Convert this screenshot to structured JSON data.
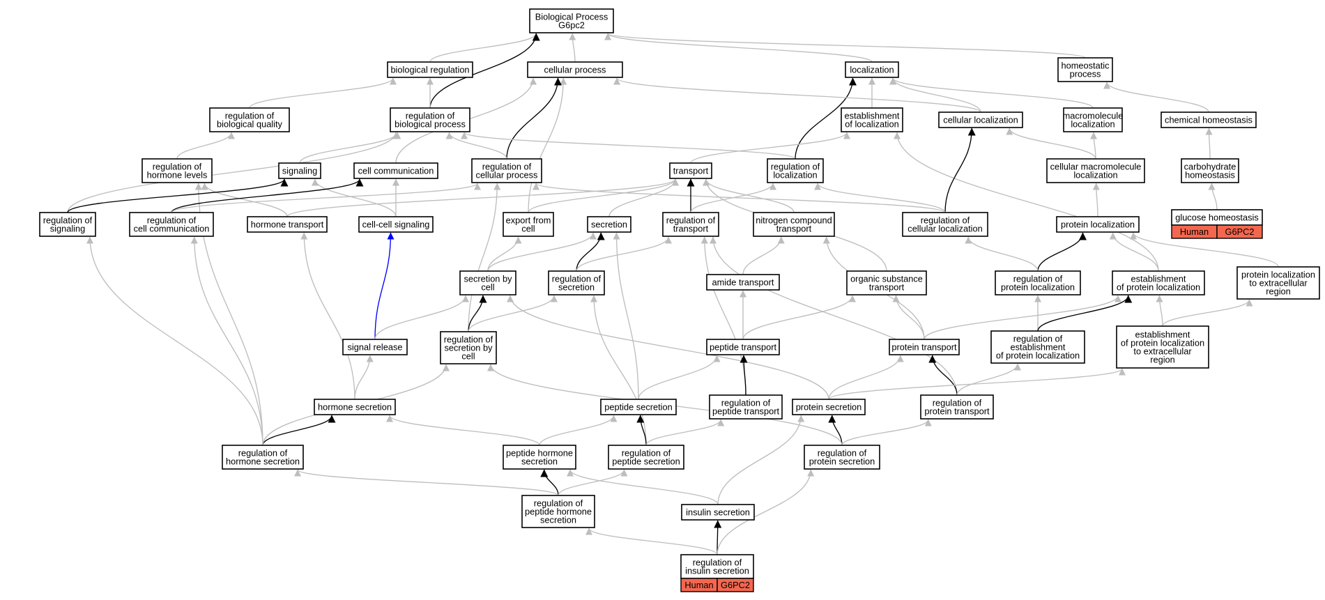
{
  "colors": {
    "is_a": "#bdbdbd",
    "regulates": "#000000",
    "part_of": "#0000ff",
    "annotation_fill": "#f4674f"
  },
  "nodes": [
    {
      "id": "bp",
      "lines": [
        "Biological Process",
        "G6pc2"
      ]
    },
    {
      "id": "biological_regulation",
      "lines": [
        "biological regulation"
      ]
    },
    {
      "id": "cellular_process",
      "lines": [
        "cellular process"
      ]
    },
    {
      "id": "localization",
      "lines": [
        "localization"
      ]
    },
    {
      "id": "homeostatic_process",
      "lines": [
        "homeostatic",
        "process"
      ]
    },
    {
      "id": "reg_biological_quality",
      "lines": [
        "regulation of",
        "biological quality"
      ]
    },
    {
      "id": "reg_biological_process",
      "lines": [
        "regulation of",
        "biological process"
      ]
    },
    {
      "id": "establishment_localization",
      "lines": [
        "establishment",
        "of localization"
      ]
    },
    {
      "id": "cellular_localization",
      "lines": [
        "cellular localization"
      ]
    },
    {
      "id": "macromolecule_localization",
      "lines": [
        "macromolecule",
        "localization"
      ]
    },
    {
      "id": "chemical_homeostasis",
      "lines": [
        "chemical homeostasis"
      ]
    },
    {
      "id": "reg_hormone_levels",
      "lines": [
        "regulation of",
        "hormone levels"
      ]
    },
    {
      "id": "signaling",
      "lines": [
        "signaling"
      ]
    },
    {
      "id": "cell_communication",
      "lines": [
        "cell communication"
      ]
    },
    {
      "id": "reg_cellular_process",
      "lines": [
        "regulation of",
        "cellular process"
      ]
    },
    {
      "id": "transport",
      "lines": [
        "transport"
      ]
    },
    {
      "id": "reg_localization",
      "lines": [
        "regulation of",
        "localization"
      ]
    },
    {
      "id": "cellular_macromolecule_localization",
      "lines": [
        "cellular macromolecule",
        "localization"
      ]
    },
    {
      "id": "carbohydrate_homeostasis",
      "lines": [
        "carbohydrate",
        "homeostasis"
      ]
    },
    {
      "id": "reg_signaling",
      "lines": [
        "regulation of",
        "signaling"
      ]
    },
    {
      "id": "reg_cell_communication",
      "lines": [
        "regulation of",
        "cell communication"
      ]
    },
    {
      "id": "hormone_transport",
      "lines": [
        "hormone transport"
      ]
    },
    {
      "id": "cell_cell_signaling",
      "lines": [
        "cell-cell signaling"
      ]
    },
    {
      "id": "export_from_cell",
      "lines": [
        "export from",
        "cell"
      ]
    },
    {
      "id": "secretion",
      "lines": [
        "secretion"
      ]
    },
    {
      "id": "reg_transport",
      "lines": [
        "regulation of",
        "transport"
      ]
    },
    {
      "id": "nitrogen_compound_transport",
      "lines": [
        "nitrogen compound",
        "transport"
      ]
    },
    {
      "id": "reg_cellular_localization",
      "lines": [
        "regulation of",
        "cellular localization"
      ]
    },
    {
      "id": "protein_localization",
      "lines": [
        "protein localization"
      ]
    },
    {
      "id": "glucose_homeostasis",
      "lines": [
        "glucose homeostasis"
      ],
      "annotation": [
        "Human",
        "G6PC2"
      ]
    },
    {
      "id": "secretion_by_cell",
      "lines": [
        "secretion by",
        "cell"
      ]
    },
    {
      "id": "reg_secretion",
      "lines": [
        "regulation of",
        "secretion"
      ]
    },
    {
      "id": "amide_transport",
      "lines": [
        "amide transport"
      ]
    },
    {
      "id": "organic_substance_transport",
      "lines": [
        "organic substance",
        "transport"
      ]
    },
    {
      "id": "reg_protein_localization",
      "lines": [
        "regulation of",
        "protein localization"
      ]
    },
    {
      "id": "establishment_protein_localization",
      "lines": [
        "establishment",
        "of protein localization"
      ]
    },
    {
      "id": "protein_localization_extracellular",
      "lines": [
        "protein localization",
        "to extracellular",
        "region"
      ]
    },
    {
      "id": "signal_release",
      "lines": [
        "signal release"
      ]
    },
    {
      "id": "reg_secretion_by_cell",
      "lines": [
        "regulation of",
        "secretion by",
        "cell"
      ]
    },
    {
      "id": "peptide_transport",
      "lines": [
        "peptide transport"
      ]
    },
    {
      "id": "protein_transport",
      "lines": [
        "protein transport"
      ]
    },
    {
      "id": "reg_establishment_protein_localization",
      "lines": [
        "regulation of",
        "establishment",
        "of protein localization"
      ]
    },
    {
      "id": "establishment_protein_localization_extracellular",
      "lines": [
        "establishment",
        "of protein localization",
        "to extracellular",
        "region"
      ]
    },
    {
      "id": "hormone_secretion",
      "lines": [
        "hormone secretion"
      ]
    },
    {
      "id": "peptide_secretion",
      "lines": [
        "peptide secretion"
      ]
    },
    {
      "id": "reg_peptide_transport",
      "lines": [
        "regulation of",
        "peptide transport"
      ]
    },
    {
      "id": "protein_secretion",
      "lines": [
        "protein secretion"
      ]
    },
    {
      "id": "reg_protein_transport",
      "lines": [
        "regulation of",
        "protein transport"
      ]
    },
    {
      "id": "reg_hormone_secretion",
      "lines": [
        "regulation of",
        "hormone secretion"
      ]
    },
    {
      "id": "peptide_hormone_secretion",
      "lines": [
        "peptide hormone",
        "secretion"
      ]
    },
    {
      "id": "reg_peptide_secretion",
      "lines": [
        "regulation of",
        "peptide secretion"
      ]
    },
    {
      "id": "reg_protein_secretion",
      "lines": [
        "regulation of",
        "protein secretion"
      ]
    },
    {
      "id": "reg_peptide_hormone_secretion",
      "lines": [
        "regulation of",
        "peptide hormone",
        "secretion"
      ]
    },
    {
      "id": "insulin_secretion",
      "lines": [
        "insulin secretion"
      ]
    },
    {
      "id": "reg_insulin_secretion",
      "lines": [
        "regulation of",
        "insulin secretion"
      ],
      "annotation": [
        "Human",
        "G6PC2"
      ]
    }
  ],
  "edges": [
    {
      "from": "biological_regulation",
      "to": "bp",
      "kind": "is_a"
    },
    {
      "from": "cellular_process",
      "to": "bp",
      "kind": "is_a"
    },
    {
      "from": "localization",
      "to": "bp",
      "kind": "is_a"
    },
    {
      "from": "homeostatic_process",
      "to": "bp",
      "kind": "is_a"
    },
    {
      "from": "reg_biological_process",
      "to": "bp",
      "kind": "regulates"
    },
    {
      "from": "reg_biological_quality",
      "to": "biological_regulation",
      "kind": "is_a"
    },
    {
      "from": "reg_biological_process",
      "to": "biological_regulation",
      "kind": "is_a"
    },
    {
      "from": "reg_hormone_levels",
      "to": "reg_biological_quality",
      "kind": "is_a"
    },
    {
      "from": "establishment_localization",
      "to": "localization",
      "kind": "is_a"
    },
    {
      "from": "cellular_localization",
      "to": "localization",
      "kind": "is_a"
    },
    {
      "from": "macromolecule_localization",
      "to": "localization",
      "kind": "is_a"
    },
    {
      "from": "reg_localization",
      "to": "localization",
      "kind": "regulates"
    },
    {
      "from": "cellular_localization",
      "to": "cellular_process",
      "kind": "is_a"
    },
    {
      "from": "cell_communication",
      "to": "cellular_process",
      "kind": "is_a"
    },
    {
      "from": "export_from_cell",
      "to": "cellular_process",
      "kind": "is_a"
    },
    {
      "from": "reg_cellular_process",
      "to": "cellular_process",
      "kind": "regulates"
    },
    {
      "from": "chemical_homeostasis",
      "to": "homeostatic_process",
      "kind": "is_a"
    },
    {
      "from": "carbohydrate_homeostasis",
      "to": "chemical_homeostasis",
      "kind": "is_a"
    },
    {
      "from": "glucose_homeostasis",
      "to": "carbohydrate_homeostasis",
      "kind": "is_a"
    },
    {
      "from": "signaling",
      "to": "reg_biological_process",
      "kind": "is_a"
    },
    {
      "from": "reg_cellular_process",
      "to": "reg_biological_process",
      "kind": "is_a"
    },
    {
      "from": "reg_localization",
      "to": "reg_biological_process",
      "kind": "is_a"
    },
    {
      "from": "reg_signaling",
      "to": "reg_biological_process",
      "kind": "is_a"
    },
    {
      "from": "transport",
      "to": "establishment_localization",
      "kind": "is_a"
    },
    {
      "from": "establishment_protein_localization",
      "to": "establishment_localization",
      "kind": "is_a"
    },
    {
      "from": "cellular_macromolecule_localization",
      "to": "cellular_localization",
      "kind": "is_a"
    },
    {
      "from": "reg_cellular_localization",
      "to": "cellular_localization",
      "kind": "regulates"
    },
    {
      "from": "cellular_macromolecule_localization",
      "to": "macromolecule_localization",
      "kind": "is_a"
    },
    {
      "from": "protein_localization",
      "to": "cellular_macromolecule_localization",
      "kind": "is_a"
    },
    {
      "from": "hormone_transport",
      "to": "reg_hormone_levels",
      "kind": "is_a"
    },
    {
      "from": "reg_hormone_secretion",
      "to": "reg_hormone_levels",
      "kind": "is_a"
    },
    {
      "from": "cell_cell_signaling",
      "to": "signaling",
      "kind": "is_a"
    },
    {
      "from": "reg_signaling",
      "to": "signaling",
      "kind": "regulates"
    },
    {
      "from": "cell_cell_signaling",
      "to": "cell_communication",
      "kind": "is_a"
    },
    {
      "from": "reg_cell_communication",
      "to": "cell_communication",
      "kind": "regulates"
    },
    {
      "from": "reg_cellular_localization",
      "to": "reg_cellular_process",
      "kind": "is_a"
    },
    {
      "from": "reg_cell_communication",
      "to": "reg_cellular_process",
      "kind": "is_a"
    },
    {
      "from": "reg_secretion_by_cell",
      "to": "reg_cellular_process",
      "kind": "is_a"
    },
    {
      "from": "export_from_cell",
      "to": "transport",
      "kind": "is_a"
    },
    {
      "from": "secretion",
      "to": "transport",
      "kind": "is_a"
    },
    {
      "from": "hormone_transport",
      "to": "transport",
      "kind": "is_a"
    },
    {
      "from": "nitrogen_compound_transport",
      "to": "transport",
      "kind": "is_a"
    },
    {
      "from": "organic_substance_transport",
      "to": "transport",
      "kind": "is_a"
    },
    {
      "from": "reg_transport",
      "to": "transport",
      "kind": "regulates"
    },
    {
      "from": "reg_transport",
      "to": "reg_localization",
      "kind": "is_a"
    },
    {
      "from": "reg_cellular_localization",
      "to": "reg_localization",
      "kind": "is_a"
    },
    {
      "from": "protein_localization_extracellular",
      "to": "protein_localization",
      "kind": "is_a"
    },
    {
      "from": "establishment_protein_localization",
      "to": "protein_localization",
      "kind": "is_a"
    },
    {
      "from": "reg_protein_localization",
      "to": "protein_localization",
      "kind": "regulates"
    },
    {
      "from": "signal_release",
      "to": "cell_cell_signaling",
      "kind": "part_of"
    },
    {
      "from": "secretion_by_cell",
      "to": "export_from_cell",
      "kind": "is_a"
    },
    {
      "from": "secretion_by_cell",
      "to": "secretion",
      "kind": "is_a"
    },
    {
      "from": "peptide_secretion",
      "to": "secretion",
      "kind": "is_a"
    },
    {
      "from": "reg_secretion",
      "to": "secretion",
      "kind": "regulates"
    },
    {
      "from": "reg_secretion",
      "to": "reg_transport",
      "kind": "is_a"
    },
    {
      "from": "reg_peptide_transport",
      "to": "reg_transport",
      "kind": "is_a"
    },
    {
      "from": "reg_protein_transport",
      "to": "reg_transport",
      "kind": "is_a"
    },
    {
      "from": "amide_transport",
      "to": "nitrogen_compound_transport",
      "kind": "is_a"
    },
    {
      "from": "protein_transport",
      "to": "nitrogen_compound_transport",
      "kind": "is_a"
    },
    {
      "from": "reg_protein_localization",
      "to": "reg_cellular_localization",
      "kind": "is_a"
    },
    {
      "from": "reg_establishment_protein_localization",
      "to": "reg_protein_localization",
      "kind": "is_a"
    },
    {
      "from": "protein_transport",
      "to": "establishment_protein_localization",
      "kind": "is_a"
    },
    {
      "from": "establishment_protein_localization_extracellular",
      "to": "establishment_protein_localization",
      "kind": "is_a"
    },
    {
      "from": "reg_establishment_protein_localization",
      "to": "establishment_protein_localization",
      "kind": "regulates"
    },
    {
      "from": "establishment_protein_localization_extracellular",
      "to": "protein_localization_extracellular",
      "kind": "is_a"
    },
    {
      "from": "signal_release",
      "to": "secretion_by_cell",
      "kind": "is_a"
    },
    {
      "from": "protein_secretion",
      "to": "secretion_by_cell",
      "kind": "is_a"
    },
    {
      "from": "reg_secretion_by_cell",
      "to": "secretion_by_cell",
      "kind": "regulates"
    },
    {
      "from": "reg_secretion_by_cell",
      "to": "reg_secretion",
      "kind": "is_a"
    },
    {
      "from": "reg_peptide_secretion",
      "to": "reg_secretion",
      "kind": "is_a"
    },
    {
      "from": "peptide_transport",
      "to": "amide_transport",
      "kind": "is_a"
    },
    {
      "from": "peptide_transport",
      "to": "organic_substance_transport",
      "kind": "is_a"
    },
    {
      "from": "protein_transport",
      "to": "organic_substance_transport",
      "kind": "is_a"
    },
    {
      "from": "hormone_secretion",
      "to": "signal_release",
      "kind": "is_a"
    },
    {
      "from": "hormone_secretion",
      "to": "hormone_transport",
      "kind": "is_a"
    },
    {
      "from": "peptide_secretion",
      "to": "peptide_transport",
      "kind": "is_a"
    },
    {
      "from": "reg_peptide_transport",
      "to": "peptide_transport",
      "kind": "regulates"
    },
    {
      "from": "protein_secretion",
      "to": "protein_transport",
      "kind": "is_a"
    },
    {
      "from": "reg_protein_transport",
      "to": "protein_transport",
      "kind": "regulates"
    },
    {
      "from": "reg_protein_transport",
      "to": "reg_establishment_protein_localization",
      "kind": "is_a"
    },
    {
      "from": "protein_secretion",
      "to": "establishment_protein_localization_extracellular",
      "kind": "is_a"
    },
    {
      "from": "reg_hormone_secretion",
      "to": "hormone_secretion",
      "kind": "regulates"
    },
    {
      "from": "reg_hormone_secretion",
      "to": "reg_signaling",
      "kind": "is_a"
    },
    {
      "from": "reg_hormone_secretion",
      "to": "reg_cell_communication",
      "kind": "is_a"
    },
    {
      "from": "reg_hormone_secretion",
      "to": "reg_secretion_by_cell",
      "kind": "is_a"
    },
    {
      "from": "peptide_hormone_secretion",
      "to": "hormone_secretion",
      "kind": "is_a"
    },
    {
      "from": "peptide_hormone_secretion",
      "to": "peptide_secretion",
      "kind": "is_a"
    },
    {
      "from": "reg_peptide_secretion",
      "to": "peptide_secretion",
      "kind": "regulates"
    },
    {
      "from": "reg_peptide_secretion",
      "to": "reg_peptide_transport",
      "kind": "is_a"
    },
    {
      "from": "reg_protein_secretion",
      "to": "protein_secretion",
      "kind": "regulates"
    },
    {
      "from": "reg_protein_secretion",
      "to": "reg_protein_transport",
      "kind": "is_a"
    },
    {
      "from": "reg_protein_secretion",
      "to": "reg_secretion_by_cell",
      "kind": "is_a"
    },
    {
      "from": "reg_peptide_hormone_secretion",
      "to": "peptide_hormone_secretion",
      "kind": "regulates"
    },
    {
      "from": "reg_peptide_hormone_secretion",
      "to": "reg_hormone_secretion",
      "kind": "is_a"
    },
    {
      "from": "reg_peptide_hormone_secretion",
      "to": "reg_peptide_secretion",
      "kind": "is_a"
    },
    {
      "from": "insulin_secretion",
      "to": "peptide_hormone_secretion",
      "kind": "is_a"
    },
    {
      "from": "insulin_secretion",
      "to": "protein_secretion",
      "kind": "is_a"
    },
    {
      "from": "reg_insulin_secretion",
      "to": "insulin_secretion",
      "kind": "regulates"
    },
    {
      "from": "reg_insulin_secretion",
      "to": "reg_peptide_hormone_secretion",
      "kind": "is_a"
    },
    {
      "from": "reg_insulin_secretion",
      "to": "reg_protein_secretion",
      "kind": "is_a"
    }
  ]
}
